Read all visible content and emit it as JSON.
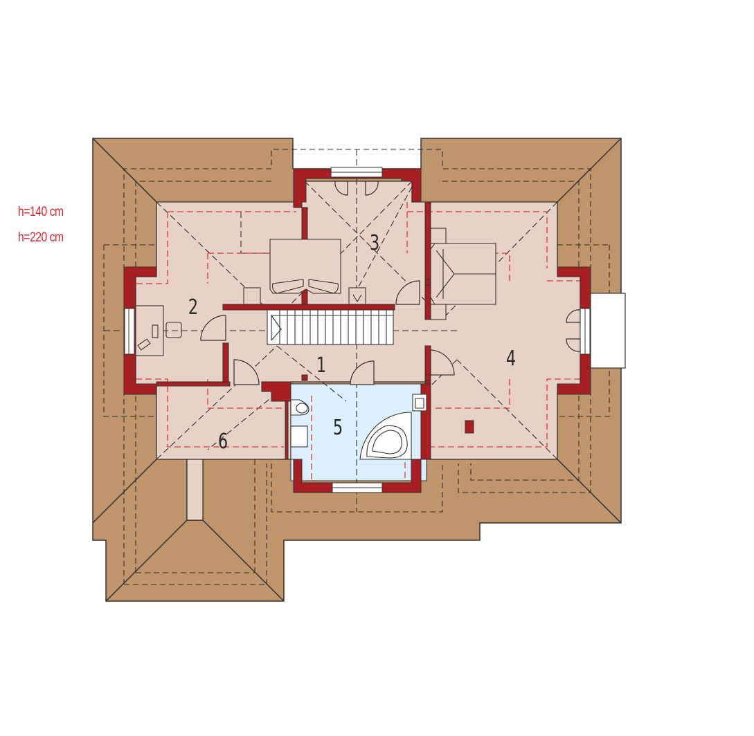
{
  "legend": {
    "knee_wall_140": "h=140 cm",
    "knee_wall_220": "h=220 cm"
  },
  "rooms": [
    {
      "label": "1"
    },
    {
      "label": "2"
    },
    {
      "label": "3"
    },
    {
      "label": "4"
    },
    {
      "label": "5"
    },
    {
      "label": "6"
    }
  ],
  "colors": {
    "roof": "#be946a",
    "floor": "#e6d2c6",
    "bathroom": "#dcefff",
    "wall": "#a71f24",
    "outline": "#333333",
    "height_line": "#e23a3a"
  }
}
